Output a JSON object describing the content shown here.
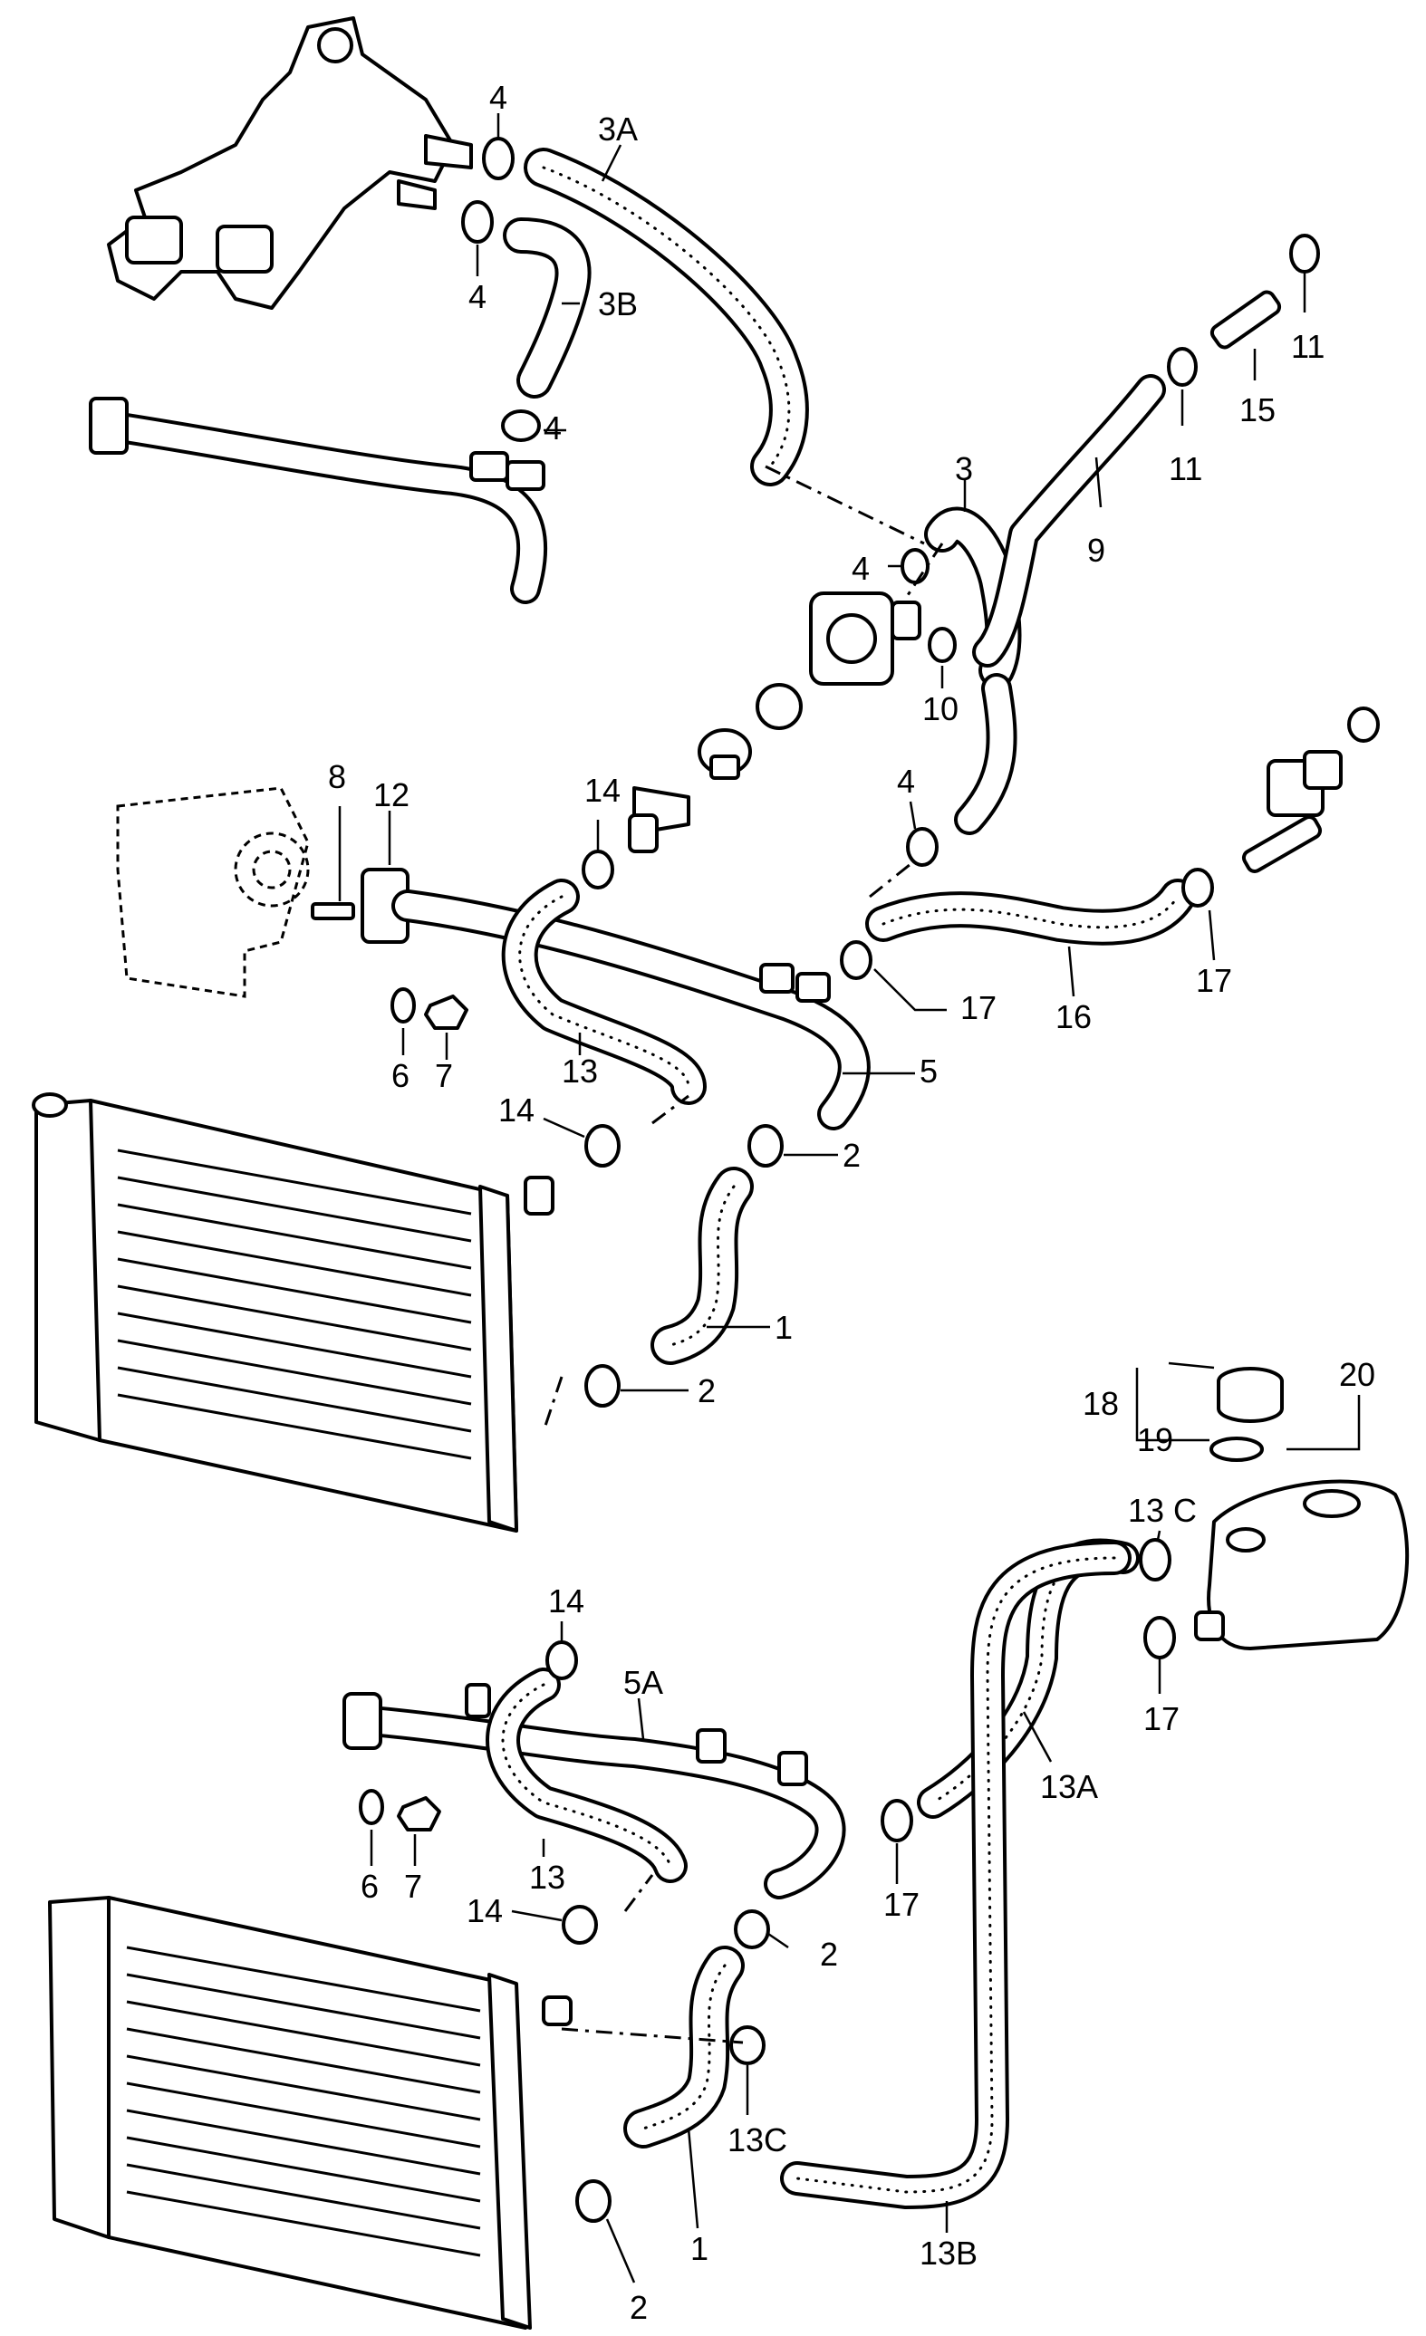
{
  "callouts": [
    {
      "text": "4",
      "key": "c4a"
    },
    {
      "text": "3A",
      "key": "c3a"
    },
    {
      "text": "4",
      "key": "c4b"
    },
    {
      "text": "3B",
      "key": "c3b"
    },
    {
      "text": "4",
      "key": "c4c"
    },
    {
      "text": "11",
      "key": "c11a"
    },
    {
      "text": "15",
      "key": "c15"
    },
    {
      "text": "11",
      "key": "c11b"
    },
    {
      "text": "3",
      "key": "c3"
    },
    {
      "text": "9",
      "key": "c9"
    },
    {
      "text": "4",
      "key": "c4d"
    },
    {
      "text": "10",
      "key": "c10"
    },
    {
      "text": "8",
      "key": "c8"
    },
    {
      "text": "12",
      "key": "c12"
    },
    {
      "text": "14",
      "key": "c14a"
    },
    {
      "text": "4",
      "key": "c4e"
    },
    {
      "text": "17",
      "key": "c17a"
    },
    {
      "text": "16",
      "key": "c16"
    },
    {
      "text": "17",
      "key": "c17b"
    },
    {
      "text": "6",
      "key": "c6a"
    },
    {
      "text": "7",
      "key": "c7a"
    },
    {
      "text": "13",
      "key": "c13a"
    },
    {
      "text": "5",
      "key": "c5"
    },
    {
      "text": "14",
      "key": "c14b"
    },
    {
      "text": "2",
      "key": "c2a"
    },
    {
      "text": "1",
      "key": "c1a"
    },
    {
      "text": "2",
      "key": "c2b"
    },
    {
      "text": "18",
      "key": "c18"
    },
    {
      "text": "20",
      "key": "c20"
    },
    {
      "text": "19",
      "key": "c19"
    },
    {
      "text": "13 C",
      "key": "c13c_top"
    },
    {
      "text": "14",
      "key": "c14c"
    },
    {
      "text": "5A",
      "key": "c5a"
    },
    {
      "text": "17",
      "key": "c17c"
    },
    {
      "text": "13A",
      "key": "c13a_lbl"
    },
    {
      "text": "6",
      "key": "c6b"
    },
    {
      "text": "7",
      "key": "c7b"
    },
    {
      "text": "13",
      "key": "c13b"
    },
    {
      "text": "17",
      "key": "c17d"
    },
    {
      "text": "14",
      "key": "c14d"
    },
    {
      "text": "2",
      "key": "c2c"
    },
    {
      "text": "13C",
      "key": "c13c_bot"
    },
    {
      "text": "13B",
      "key": "c13b_lbl"
    },
    {
      "text": "1",
      "key": "c1b"
    },
    {
      "text": "2",
      "key": "c2d"
    }
  ]
}
